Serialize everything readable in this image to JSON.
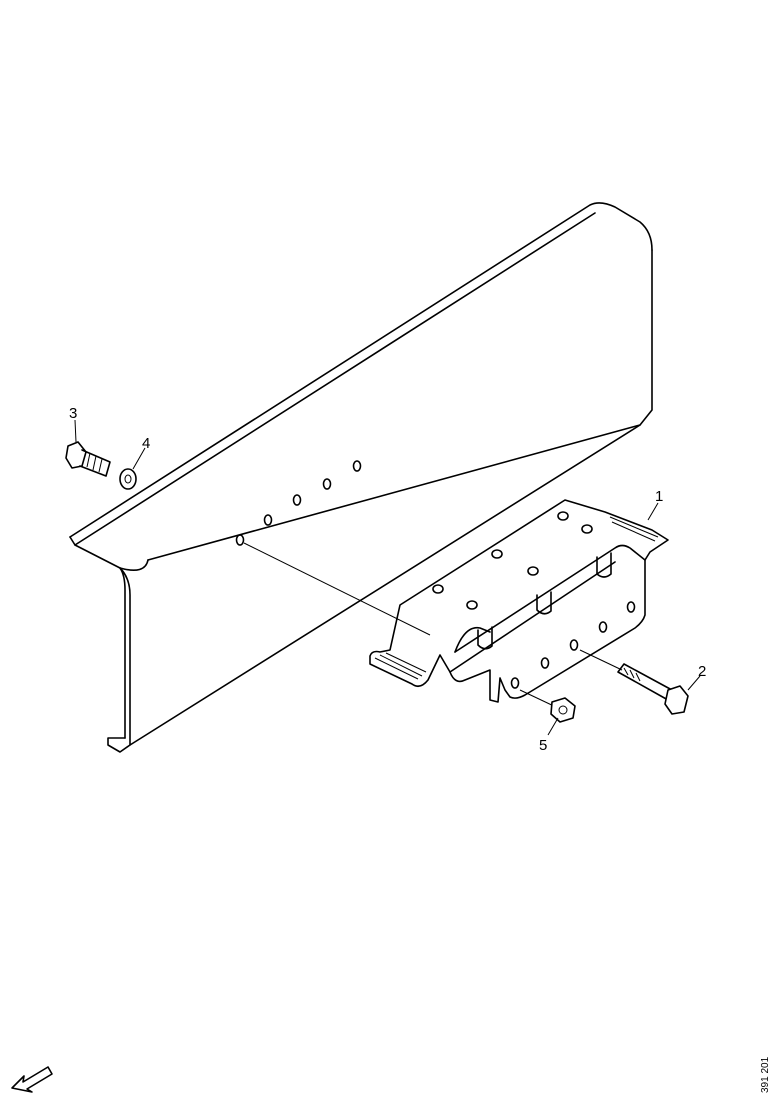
{
  "callouts": [
    {
      "id": "1",
      "label": "1"
    },
    {
      "id": "2",
      "label": "2"
    },
    {
      "id": "3",
      "label": "3"
    },
    {
      "id": "4",
      "label": "4"
    },
    {
      "id": "5",
      "label": "5"
    }
  ],
  "drawing_code": "391 201",
  "icons": {
    "direction_arrow": "arrow-down-left-icon"
  }
}
